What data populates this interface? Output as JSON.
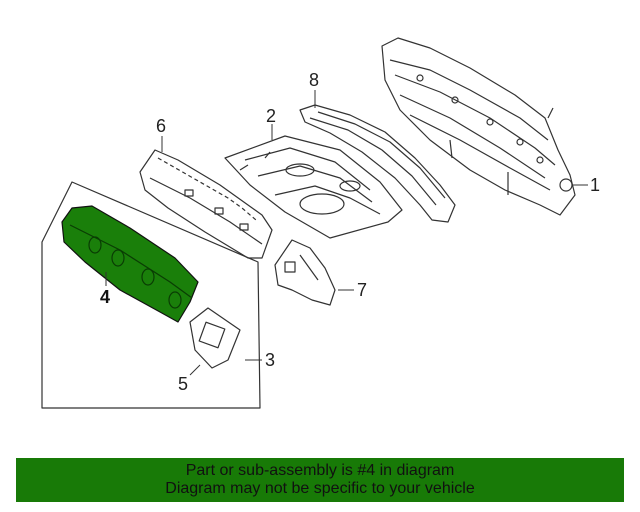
{
  "diagram": {
    "callouts": [
      {
        "id": "1",
        "label": "1"
      },
      {
        "id": "2",
        "label": "2"
      },
      {
        "id": "3",
        "label": "3"
      },
      {
        "id": "4",
        "label": "4"
      },
      {
        "id": "5",
        "label": "5"
      },
      {
        "id": "6",
        "label": "6"
      },
      {
        "id": "7",
        "label": "7"
      },
      {
        "id": "8",
        "label": "8"
      }
    ],
    "highlighted_part": "4",
    "highlight_color": "#1a7f0a",
    "line_color": "#333333"
  },
  "notice": {
    "line1": "Part or sub-assembly is #4 in diagram",
    "line2": "Diagram may not be specific to your vehicle",
    "background": "#187a07"
  }
}
